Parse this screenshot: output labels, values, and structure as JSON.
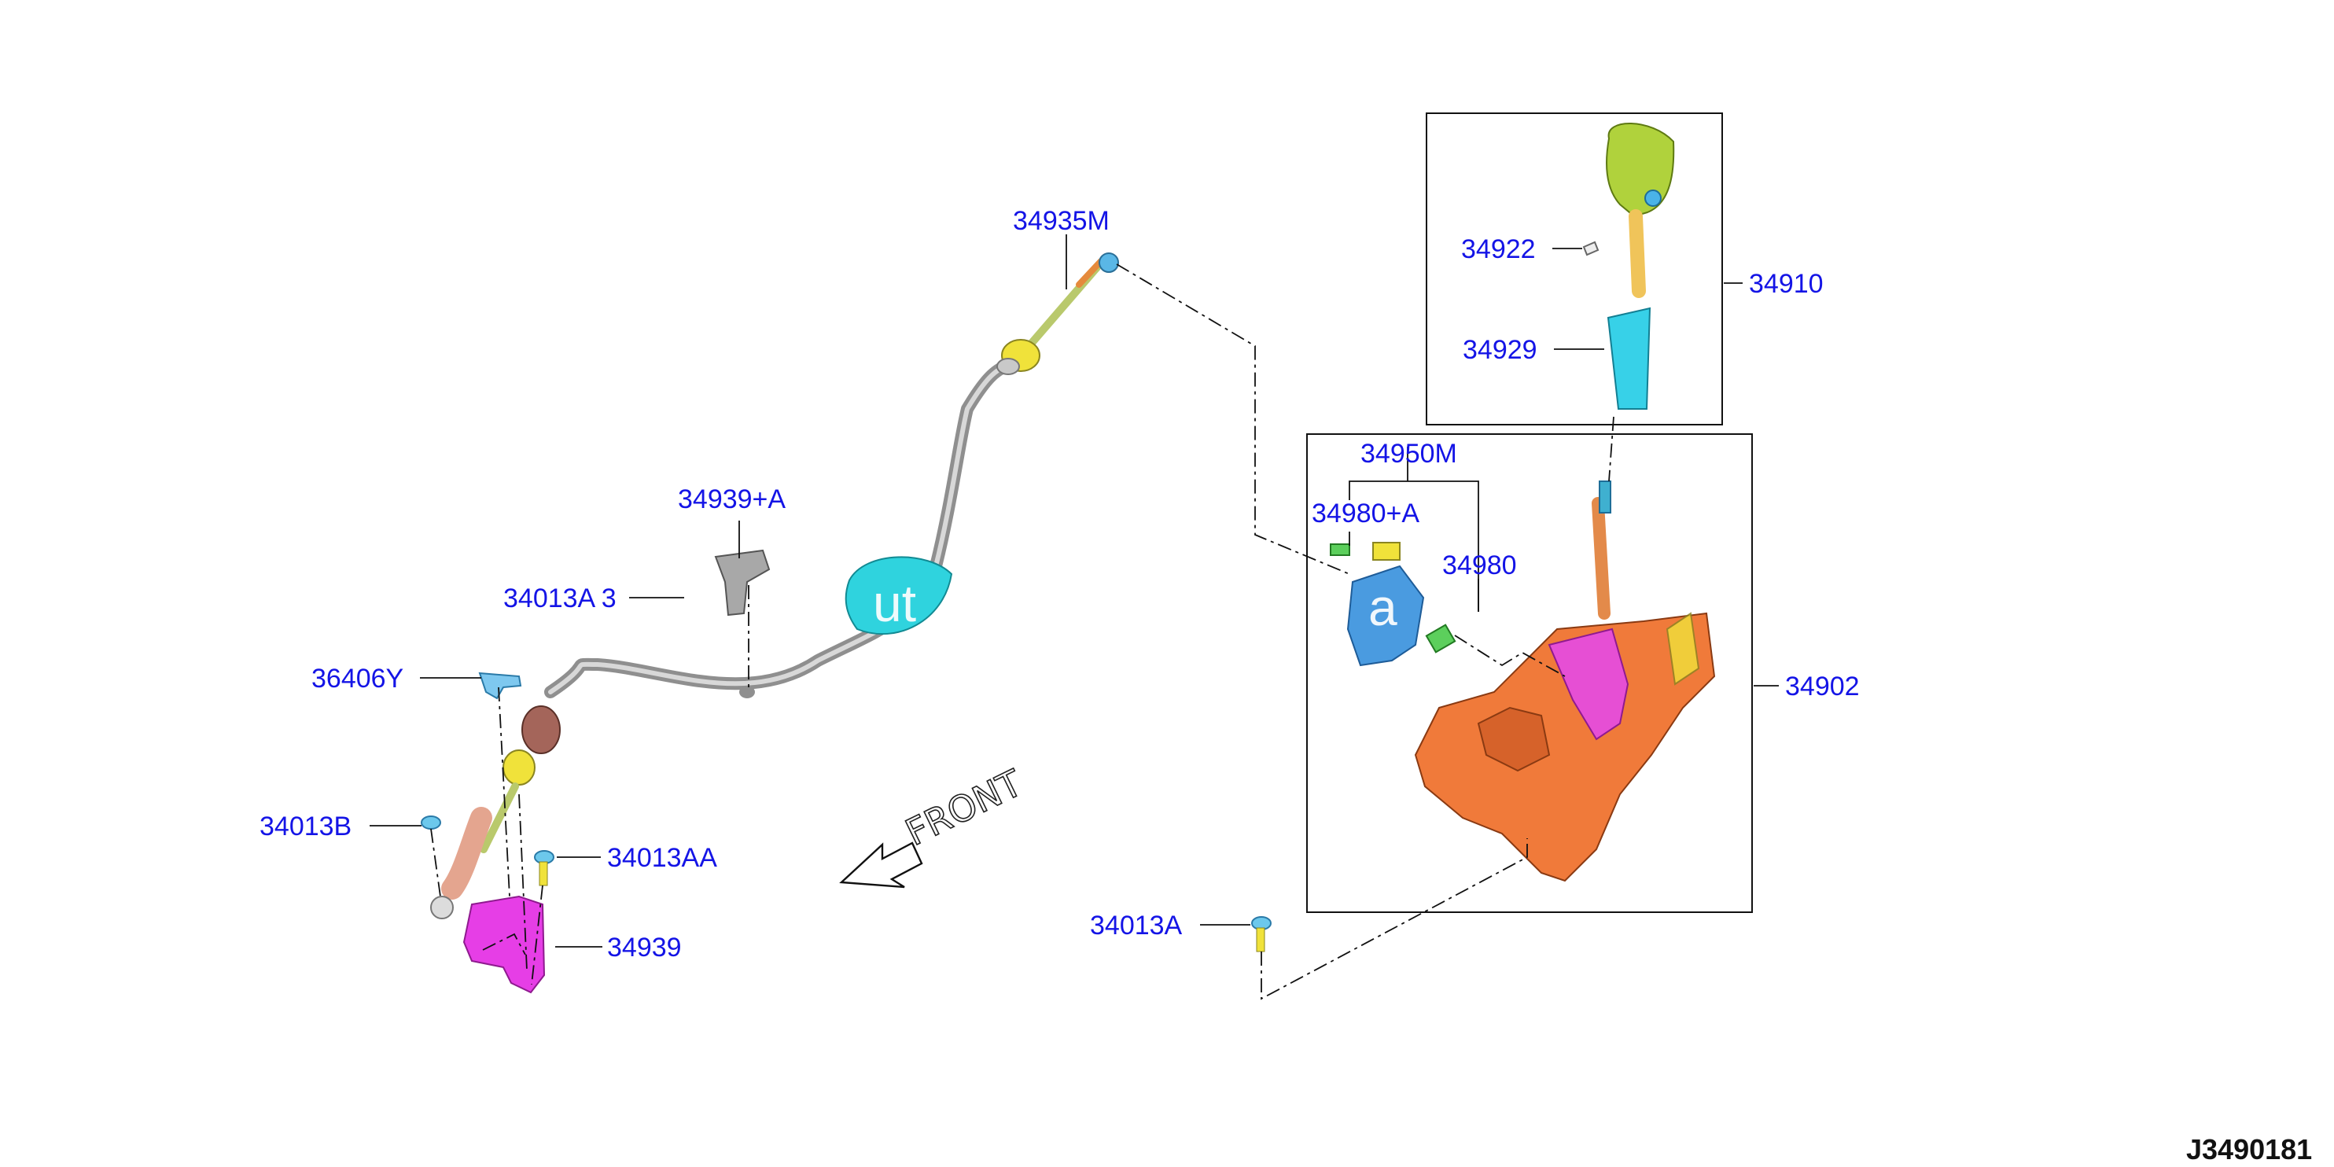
{
  "diagram": {
    "drawing_code": "J3490181",
    "front_label": "FRONT",
    "watermark_fragments": [
      "ut",
      "a"
    ],
    "parts": [
      {
        "id": "p34935M",
        "number": "34935M"
      },
      {
        "id": "p34910",
        "number": "34910"
      },
      {
        "id": "p34922",
        "number": "34922"
      },
      {
        "id": "p34929",
        "number": "34929"
      },
      {
        "id": "p34950M",
        "number": "34950M"
      },
      {
        "id": "p34980A",
        "number": "34980+A"
      },
      {
        "id": "p34980",
        "number": "34980"
      },
      {
        "id": "p34902",
        "number": "34902"
      },
      {
        "id": "p34939A",
        "number": "34939+A"
      },
      {
        "id": "p34013A3",
        "number": "34013A 3"
      },
      {
        "id": "p36406Y",
        "number": "36406Y"
      },
      {
        "id": "p34013B",
        "number": "34013B"
      },
      {
        "id": "p34013AA",
        "number": "34013AA"
      },
      {
        "id": "p34939",
        "number": "34939"
      },
      {
        "id": "p34013A",
        "number": "34013A"
      }
    ]
  }
}
